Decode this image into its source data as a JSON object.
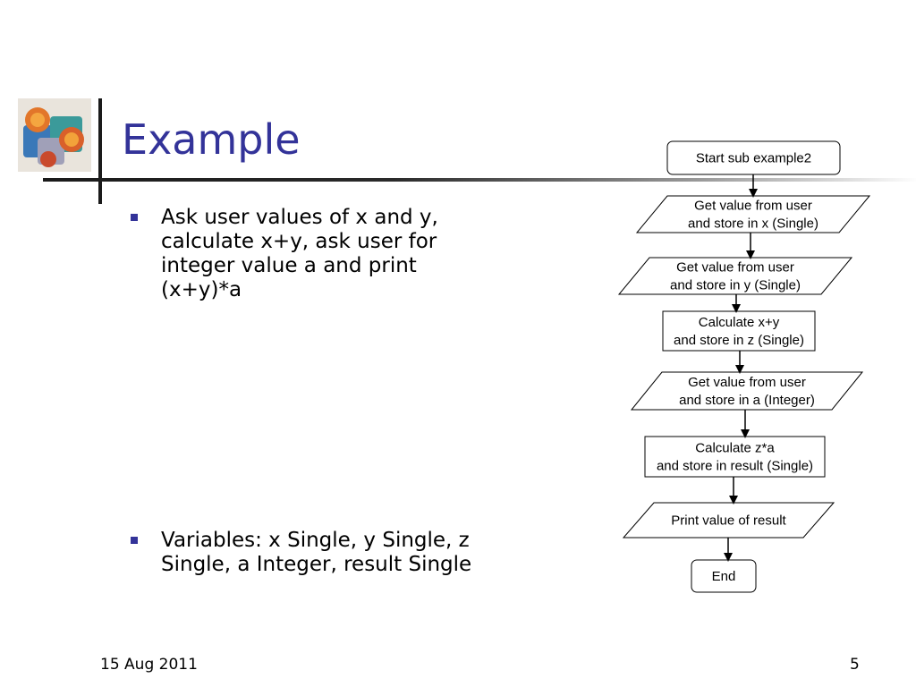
{
  "slide": {
    "title": "Example",
    "bullets": [
      "Ask user values of x and y, calculate x+y, ask user for integer value a and print (x+y)*a",
      "Variables: x Single, y Single, z Single, a Integer, result Single"
    ],
    "footer_date": "15 Aug 2011",
    "page_number": "5",
    "accent_color": "#333399"
  },
  "flowchart": {
    "nodes": [
      {
        "shape": "terminal",
        "lines": [
          "Start sub example2"
        ]
      },
      {
        "shape": "io",
        "lines": [
          "Get value from user",
          "and store in x (Single)"
        ]
      },
      {
        "shape": "io",
        "lines": [
          "Get value from user",
          "and store in y (Single)"
        ]
      },
      {
        "shape": "process",
        "lines": [
          "Calculate x+y",
          "and store in z (Single)"
        ]
      },
      {
        "shape": "io",
        "lines": [
          "Get value from user",
          "and store in a (Integer)"
        ]
      },
      {
        "shape": "process",
        "lines": [
          "Calculate z*a",
          "and store in result (Single)"
        ]
      },
      {
        "shape": "io",
        "lines": [
          "Print value of result"
        ]
      },
      {
        "shape": "terminal",
        "lines": [
          "End"
        ]
      }
    ]
  }
}
